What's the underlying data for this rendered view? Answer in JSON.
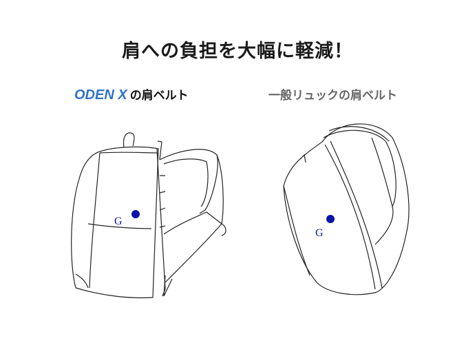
{
  "title": "肩への負担を大幅に軽減！",
  "left": {
    "brand": "ODEN X",
    "suffix": "の肩ベルト",
    "center_marker": "G"
  },
  "right": {
    "label": "一般リュックの肩ベルト",
    "center_marker": "G"
  },
  "colors": {
    "brand": "#2f72c9",
    "marker": "#0a14a8",
    "line": "#222222"
  }
}
